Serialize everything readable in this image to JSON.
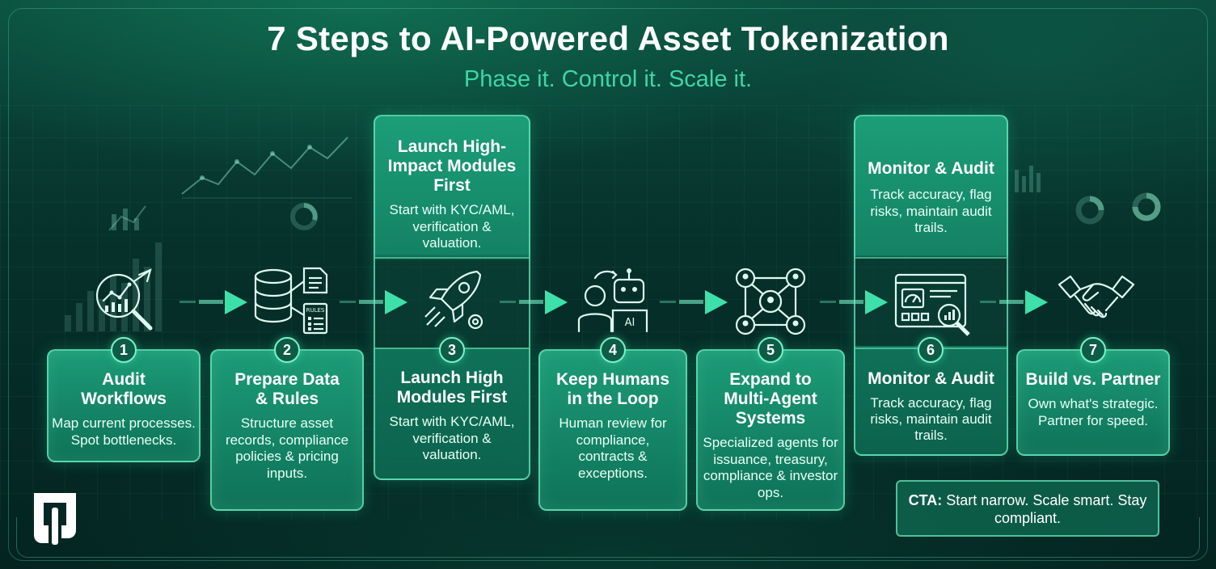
{
  "title": "7 Steps to AI-Powered Asset Tokenization",
  "subtitle": "Phase it. Control it. Scale it.",
  "steps": [
    {
      "number": "1",
      "title": "Audit Workflows",
      "body": "Map current processes. Spot bottlenecks.",
      "icon": "analytics-magnifier-icon"
    },
    {
      "number": "2",
      "title": "Prepare Data & Rules",
      "body": "Structure asset records, compliance policies & pricing inputs.",
      "icon": "database-rules-icon"
    },
    {
      "number": "3",
      "title": "Launch High Modules First",
      "body": "Start with KYC/AML, verification & valuation.",
      "icon": "rocket-icon"
    },
    {
      "number": "4",
      "title": "Keep Humans in the Loop",
      "body": "Human review for compliance, contracts & exceptions.",
      "icon": "human-robot-icon"
    },
    {
      "number": "5",
      "title": "Expand to Multi-Agent Systems",
      "body": "Specialized agents for issuance, treasury, compliance & investor ops.",
      "icon": "agent-network-icon"
    },
    {
      "number": "6",
      "title": "Monitor & Audit",
      "body": "Track accuracy, flag risks, maintain audit trails.",
      "icon": "dashboard-magnifier-icon"
    },
    {
      "number": "7",
      "title": "Build vs. Partner",
      "body": "Own what's strategic. Partner for speed.",
      "icon": "handshake-icon"
    }
  ],
  "top_panels": [
    {
      "title": "Launch High-Impact Modules First",
      "body": "Start with KYC/AML, verification & valuation."
    },
    {
      "title": "Monitor & Audit",
      "body": "Track accuracy, flag risks, maintain audit trails."
    }
  ],
  "rocket_icon_label": "AI",
  "cta": {
    "label": "CTA:",
    "text": "Start narrow. Scale smart. Stay compliant."
  },
  "colors": {
    "accent": "#3dd6a4",
    "card": "#1a9a76",
    "background": "#06302a"
  }
}
